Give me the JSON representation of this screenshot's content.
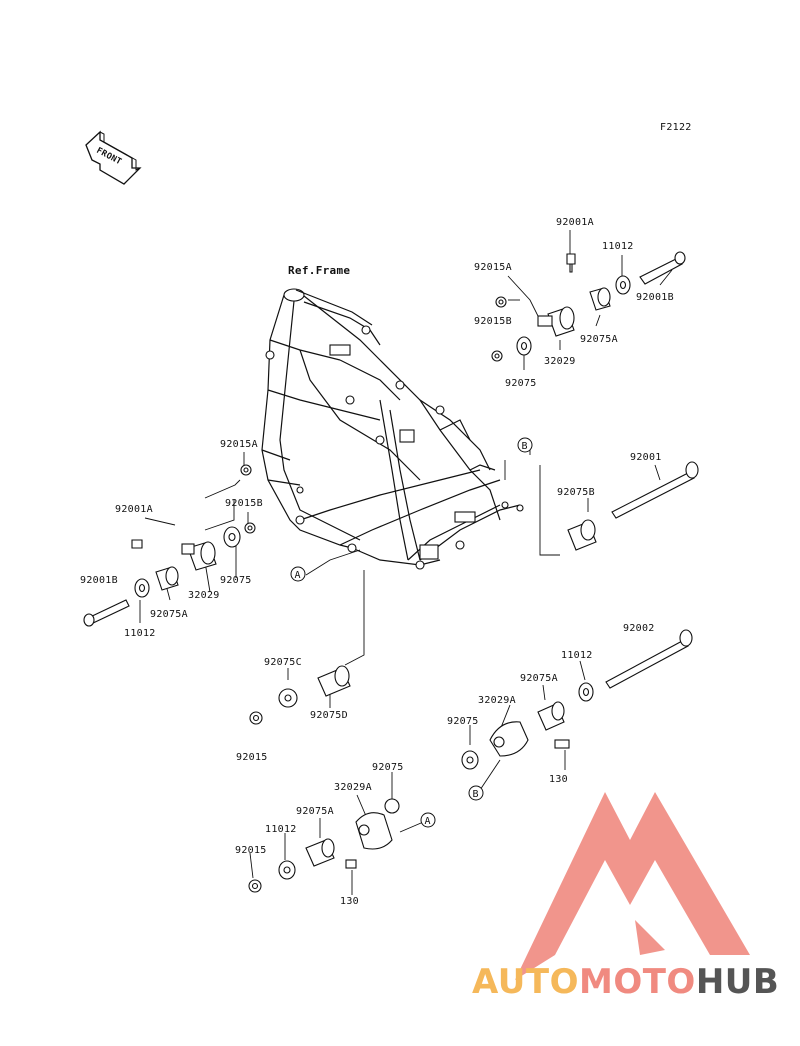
{
  "figure_code": "F2122",
  "front_label": "FRONT",
  "frame_ref_label": "Ref.Frame",
  "parts": [
    {
      "id": "p1",
      "label": "92001A"
    },
    {
      "id": "p2",
      "label": "11012"
    },
    {
      "id": "p3",
      "label": "92015A"
    },
    {
      "id": "p4",
      "label": "92001B"
    },
    {
      "id": "p5",
      "label": "92015B"
    },
    {
      "id": "p6",
      "label": "92075A"
    },
    {
      "id": "p7",
      "label": "32029"
    },
    {
      "id": "p8",
      "label": "92075"
    },
    {
      "id": "p9",
      "label": "92015A"
    },
    {
      "id": "p10",
      "label": "92015B"
    },
    {
      "id": "p11",
      "label": "92001A"
    },
    {
      "id": "p12",
      "label": "92075"
    },
    {
      "id": "p13",
      "label": "32029"
    },
    {
      "id": "p14",
      "label": "92001B"
    },
    {
      "id": "p15",
      "label": "92075A"
    },
    {
      "id": "p16",
      "label": "11012"
    },
    {
      "id": "p17",
      "label": "92001"
    },
    {
      "id": "p18",
      "label": "92075B"
    },
    {
      "id": "p19",
      "label": "92002"
    },
    {
      "id": "p20",
      "label": "92075C"
    },
    {
      "id": "p21",
      "label": "92075D"
    },
    {
      "id": "p22",
      "label": "92015"
    },
    {
      "id": "p23",
      "label": "11012"
    },
    {
      "id": "p24",
      "label": "92075A"
    },
    {
      "id": "p25",
      "label": "32029A"
    },
    {
      "id": "p26",
      "label": "92075"
    },
    {
      "id": "p27",
      "label": "130"
    },
    {
      "id": "p28",
      "label": "92075"
    },
    {
      "id": "p29",
      "label": "32029A"
    },
    {
      "id": "p30",
      "label": "92075A"
    },
    {
      "id": "p31",
      "label": "11012"
    },
    {
      "id": "p32",
      "label": "92015"
    },
    {
      "id": "p33",
      "label": "130"
    }
  ],
  "callouts": {
    "a": "A",
    "b": "B"
  },
  "watermark": {
    "part1": "AUTO",
    "part2": "MOTO",
    "part3": "HUB",
    "color_auto": "#f5b85a",
    "color_moto": "#f08a80",
    "color_hub": "#555555",
    "triangle_color": "#f08a80"
  }
}
